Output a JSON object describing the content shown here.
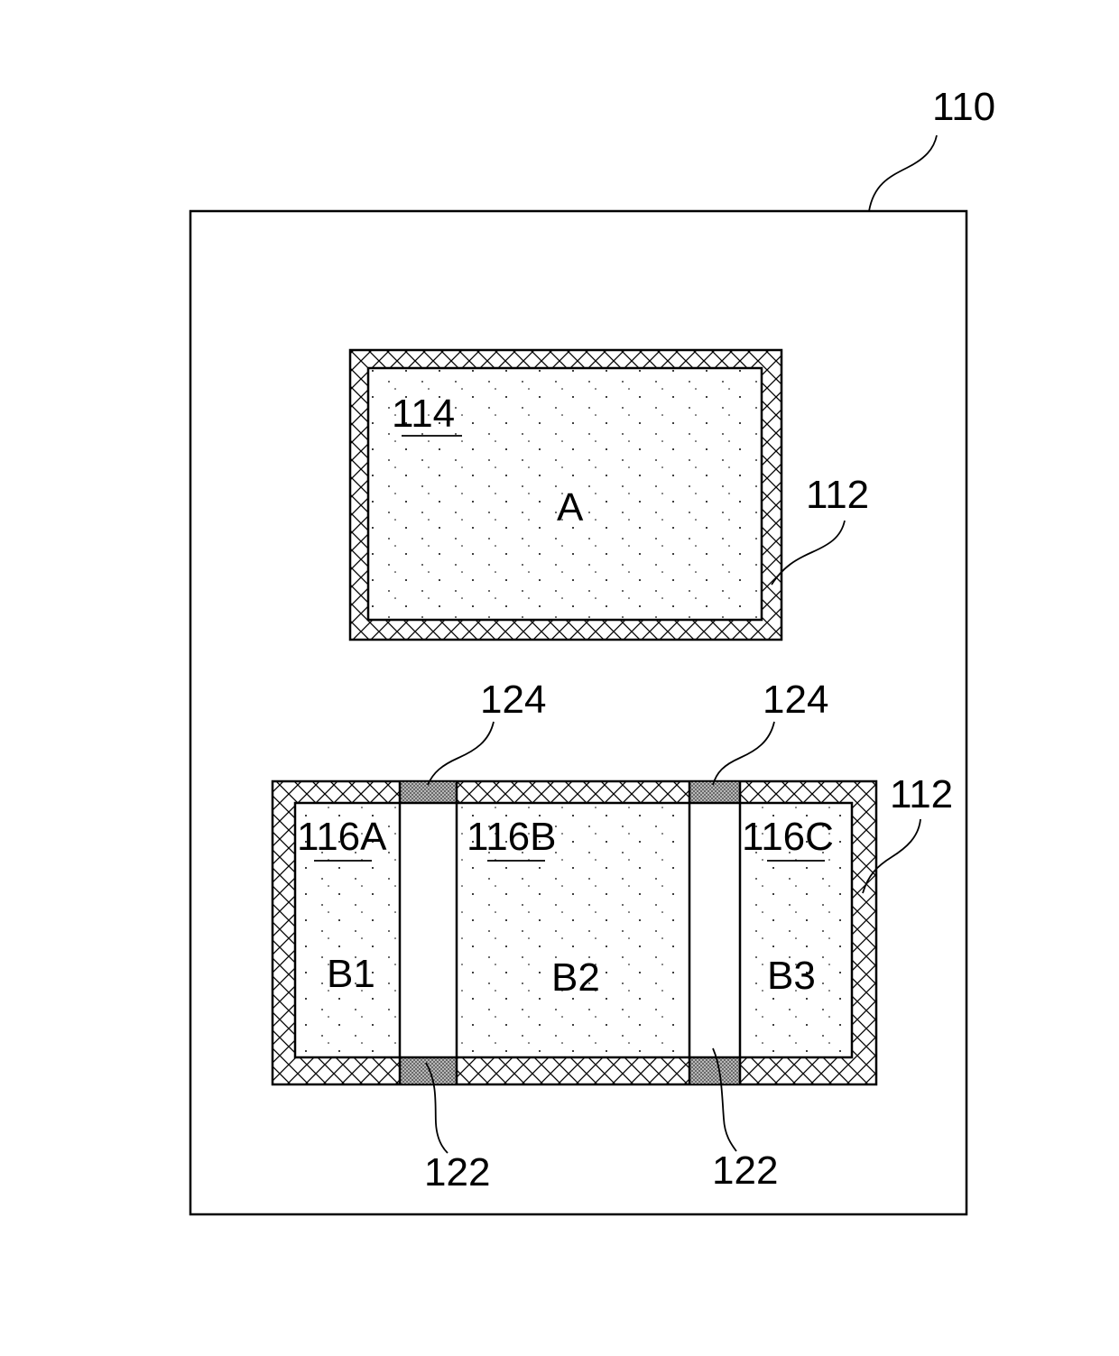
{
  "figure": {
    "substrate_label": "110",
    "top_region": {
      "number_label": "114",
      "letter_label": "A",
      "frame_label": "112"
    },
    "bottom_region": {
      "frame_label": "112",
      "sections": [
        {
          "number_label": "116A",
          "letter_label": "B1"
        },
        {
          "number_label": "116B",
          "letter_label": "B2"
        },
        {
          "number_label": "116C",
          "letter_label": "B3"
        }
      ],
      "top_connector_labels": [
        "124",
        "124"
      ],
      "bottom_connector_labels": [
        "122",
        "122"
      ]
    },
    "colors": {
      "line": "#000000",
      "background": "#ffffff",
      "connector_fill": "#9a9a9a"
    }
  }
}
